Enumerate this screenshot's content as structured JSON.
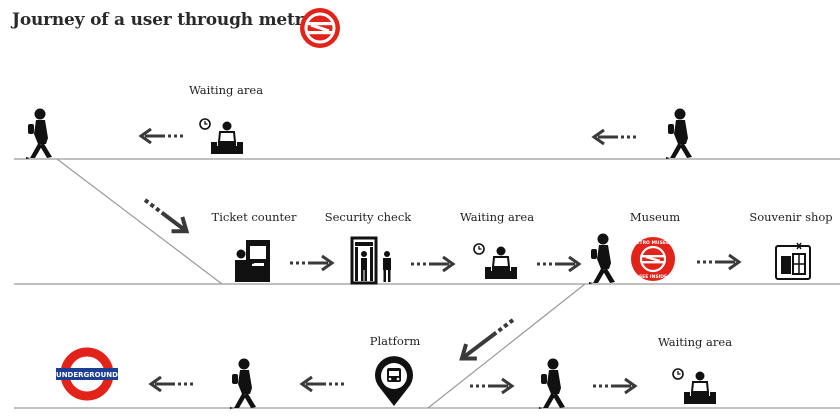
{
  "title": "Journey of a user through metro",
  "labels": {
    "waiting_area_top": "Waiting area",
    "ticket_counter": "Ticket counter",
    "security_check": "Security check",
    "waiting_area_mid": "Waiting area",
    "museum": "Museum",
    "souvenir_shop": "Souvenir shop",
    "platform": "Platform",
    "waiting_area_bottom": "Waiting area"
  },
  "signs": {
    "underground": "UNDERGROUND",
    "metro_museum_top": "METRO MUSEUM",
    "metro_museum_bottom": "SEE INSIDE"
  },
  "colors": {
    "metro_red": "#e2231a",
    "underground_blue": "#1c3f94",
    "line_grey": "#9a9a9a",
    "arrow_dark": "#3a3a3a"
  }
}
